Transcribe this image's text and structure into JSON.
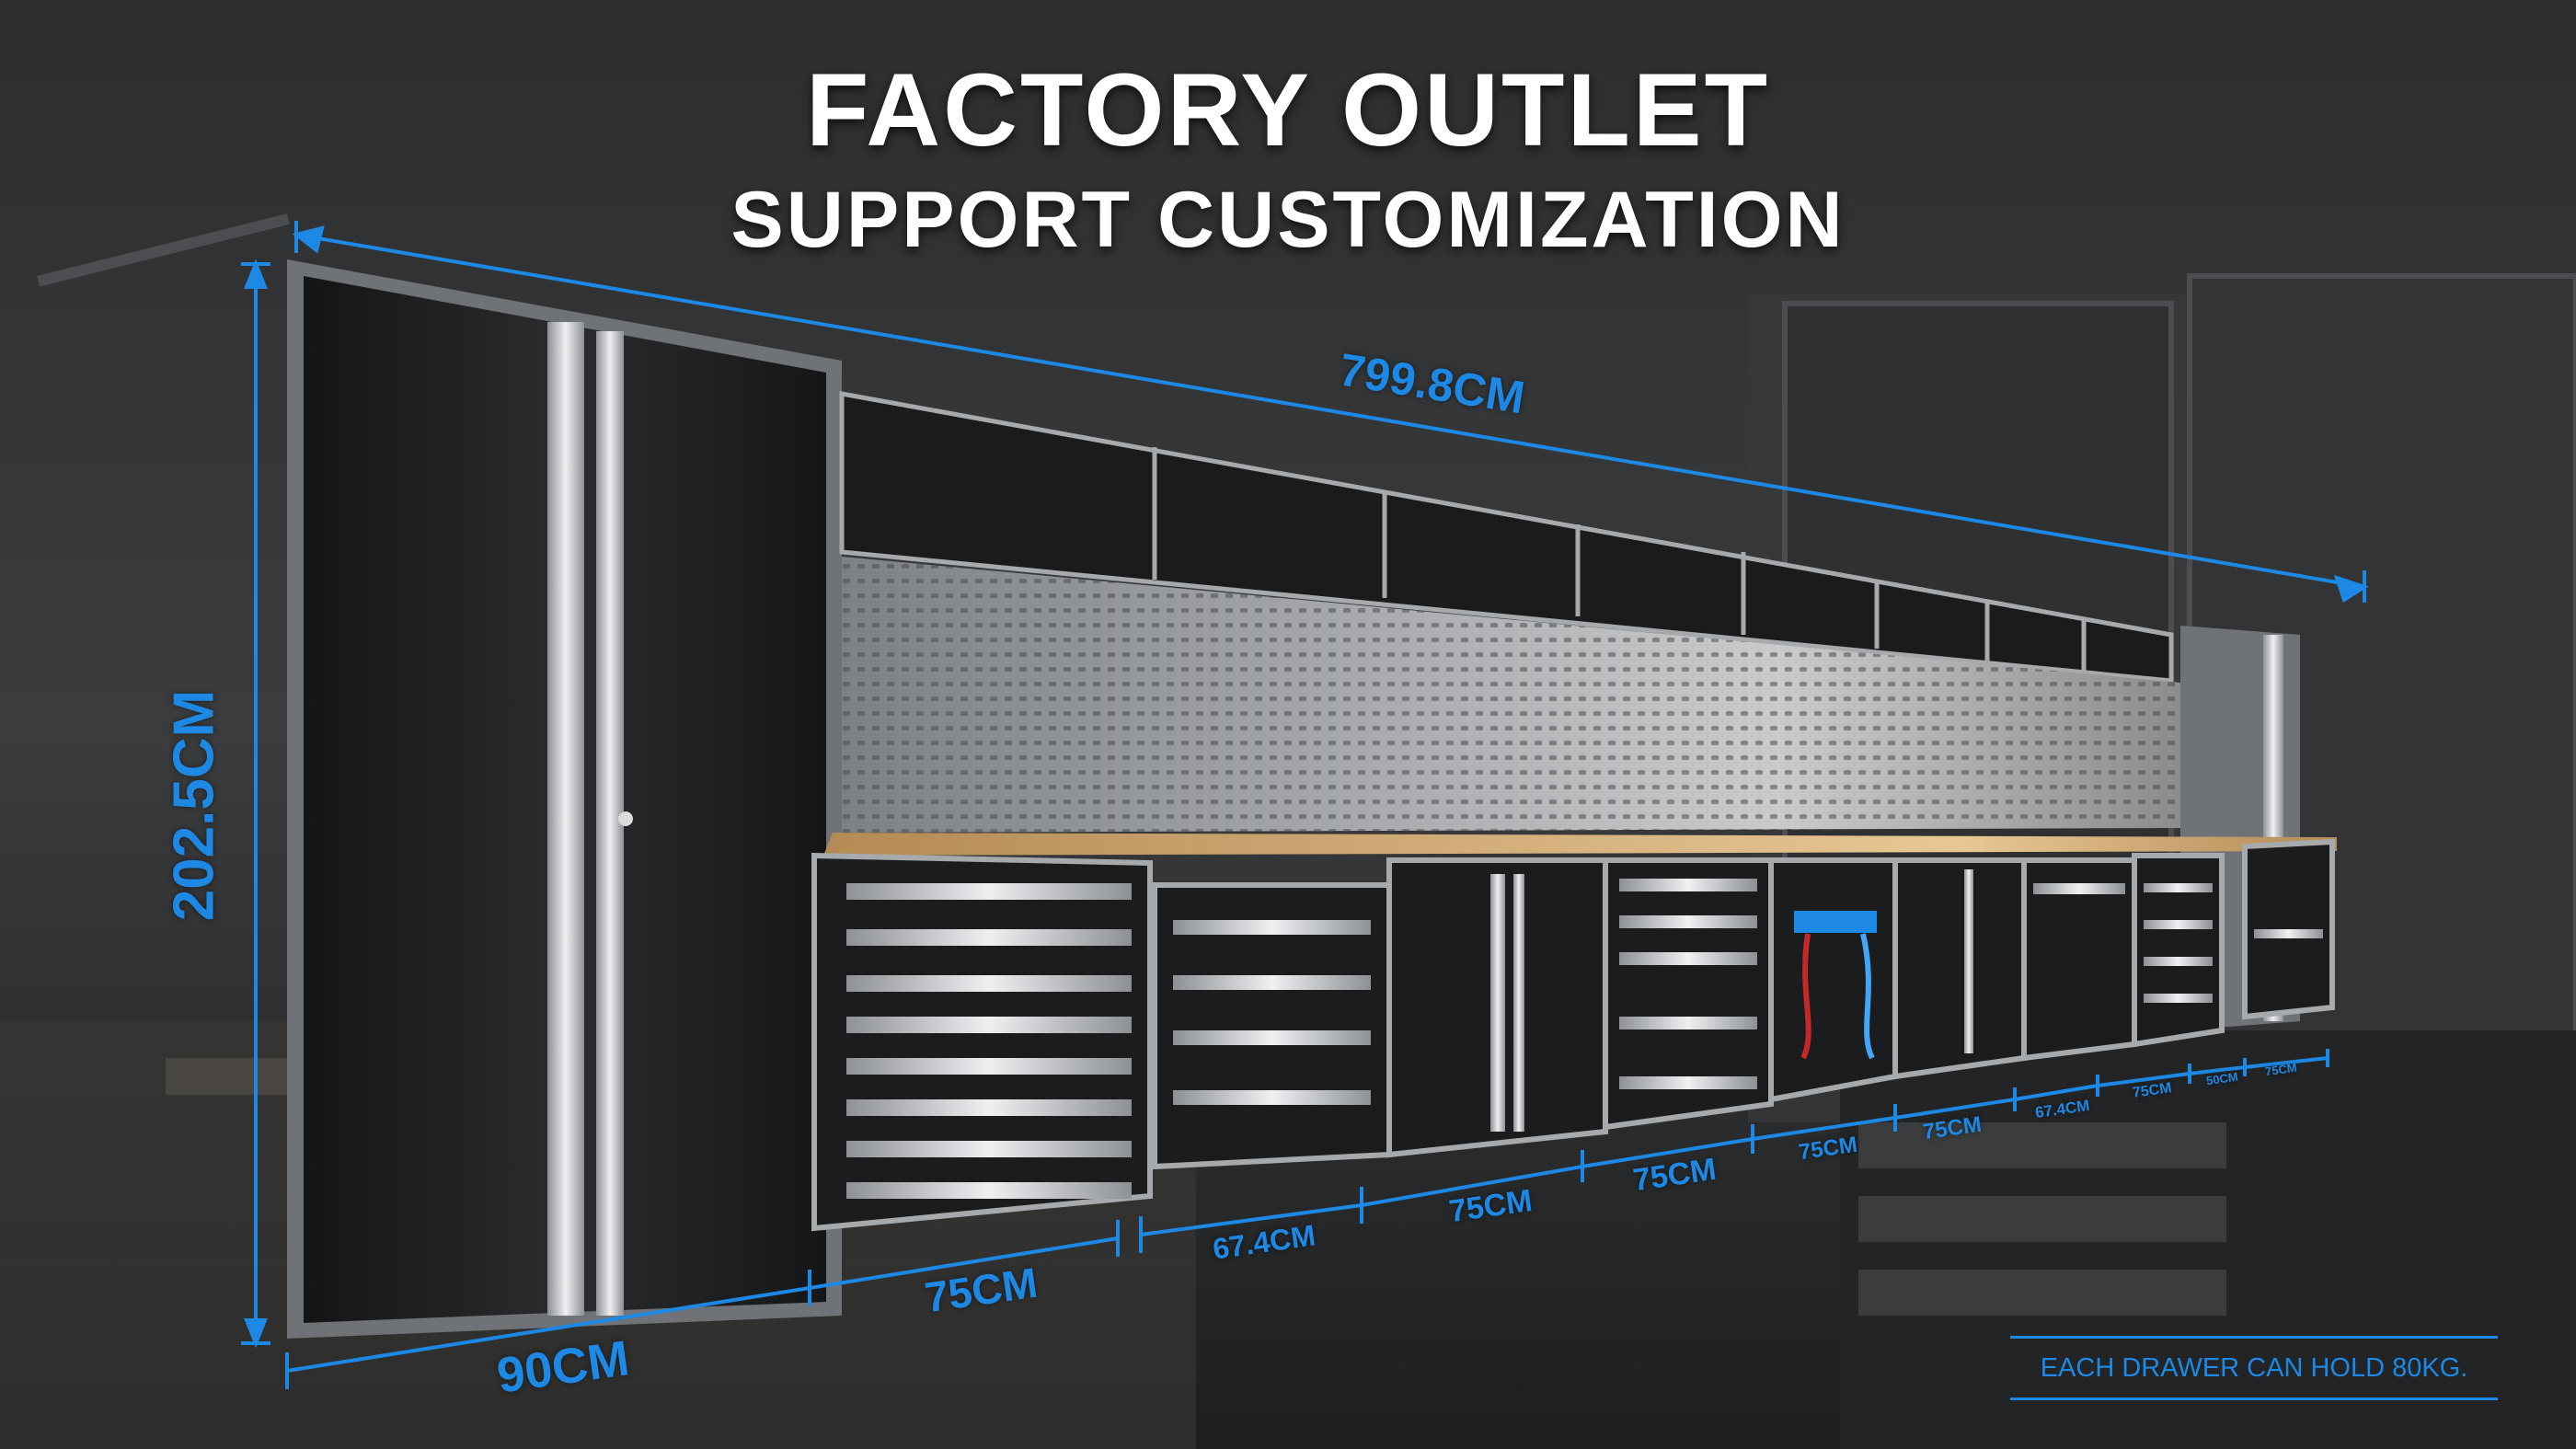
{
  "headline": "FACTORY OUTLET",
  "subheadline": "SUPPORT CUSTOMIZATION",
  "dimensions": {
    "total_length": "799.8CM",
    "height": "202.5CM",
    "tall_cabinet": "90CM",
    "drawer_unit_1": "75CM",
    "drawer_unit_2": "67.4CM",
    "cabinet_3": "75CM",
    "cabinet_4": "75CM",
    "cabinet_5": "75CM",
    "cabinet_6": "75CM",
    "cabinet_7": "67.4CM",
    "cabinet_8": "75CM",
    "cabinet_9": "50CM",
    "cabinet_10": "75CM"
  },
  "note": "EACH DRAWER CAN HOLD 80KG.",
  "colors": {
    "accent": "#1e88e5",
    "cabinet_dark": "#1c1d1f",
    "frame_silver": "#c7cacd",
    "worktop": "#c9a06a",
    "pegboard": "#9a9c9e",
    "background": "#2a2c2e"
  }
}
